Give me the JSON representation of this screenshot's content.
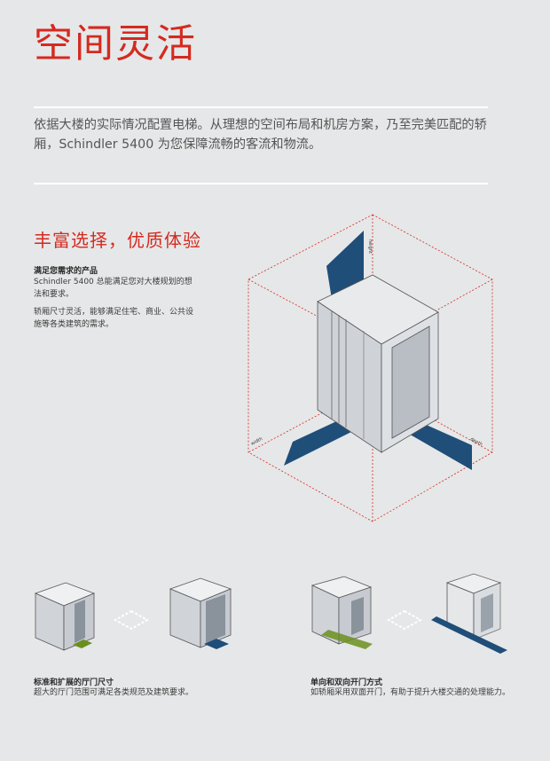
{
  "page": {
    "title": "空间灵活",
    "intro": "依据大楼的实际情况配置电梯。从理想的空间布局和机房方案，乃至完美匹配的轿厢，Schindler 5400 为您保障流畅的客流和物流。",
    "subtitle": "丰富选择，优质体验",
    "features": [
      {
        "heading": "满足您需求的产品",
        "text": "Schindler 5400 总能满足您对大楼规划的想法和要求。"
      },
      {
        "heading": "",
        "text": "轿厢尺寸灵活，能够满足住宅、商业、公共设施等各类建筑的需求。"
      }
    ],
    "diagram_labels": {
      "height": "height",
      "width": "width",
      "depth": "depth"
    },
    "bottom": [
      {
        "heading": "标准和扩展的厅门尺寸",
        "text": "超大的厅门范围可满足各类规范及建筑要求。"
      },
      {
        "heading": "单向和双向开门方式",
        "text": "如轿厢采用双面开门，有助于提升大楼交通的处理能力。"
      }
    ]
  },
  "colors": {
    "accent": "#d42a20",
    "navy": "#1f4e79",
    "green": "#6b8f1e",
    "background": "#e6e7e8"
  }
}
